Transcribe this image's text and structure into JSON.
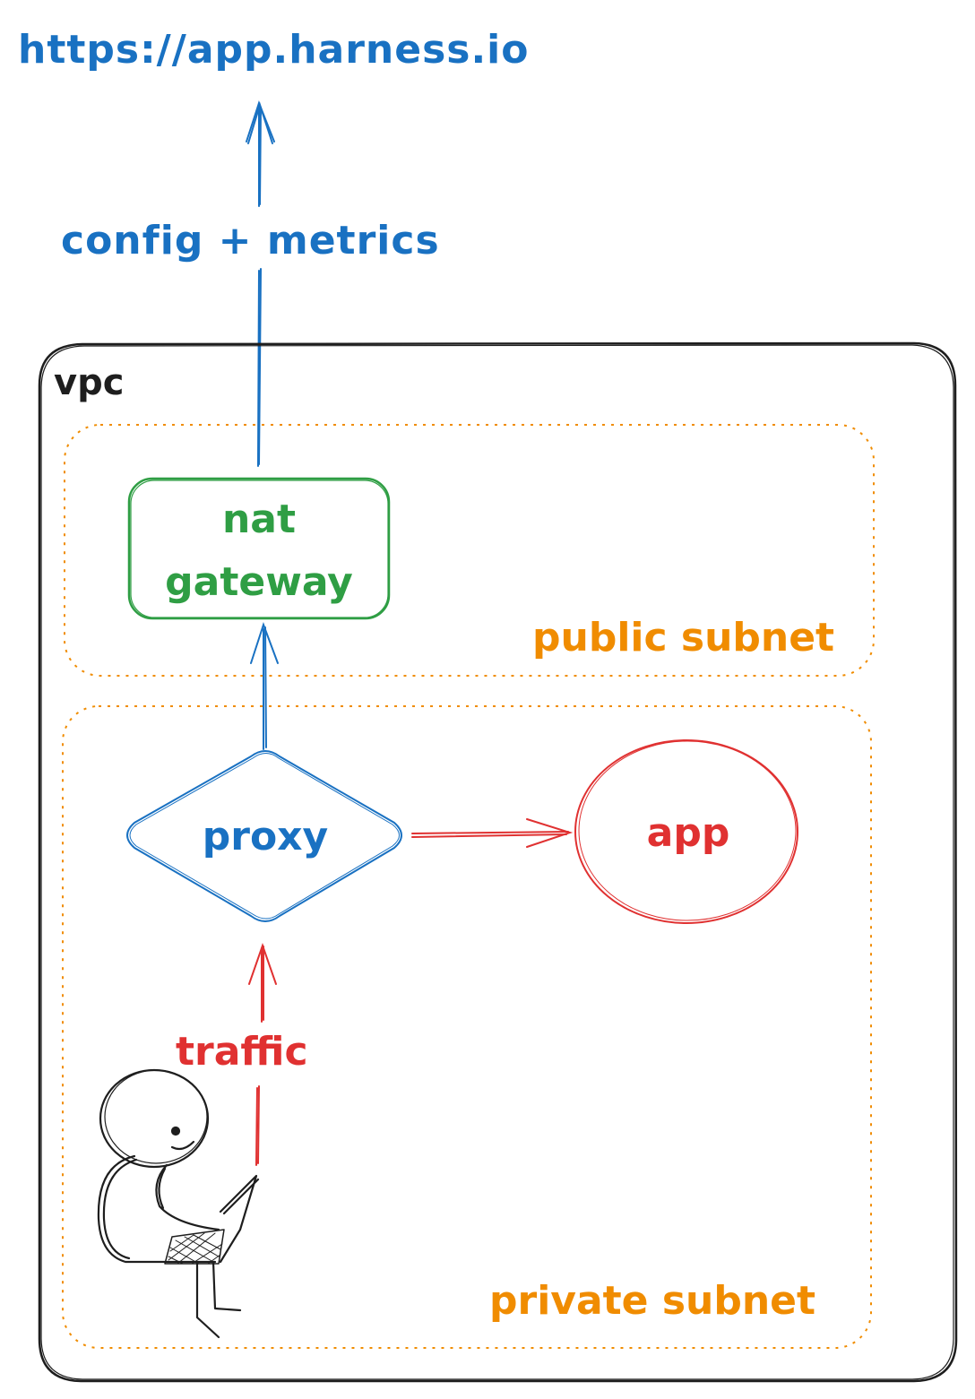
{
  "diagram": {
    "endpoint_url": "https://app.harness.io",
    "edge_label_config": "config + metrics",
    "vpc_label": "vpc",
    "public_subnet_label": "public subnet",
    "private_subnet_label": "private subnet",
    "nat_gateway_line1": "nat",
    "nat_gateway_line2": "gateway",
    "proxy_label": "proxy",
    "app_label": "app",
    "traffic_label": "traffic"
  },
  "colors": {
    "blue": "#1971c2",
    "green": "#2f9e44",
    "red": "#e03131",
    "orange": "#f08c00",
    "black": "#1e1e1e"
  },
  "icons": {
    "user": "person-with-laptop-icon"
  }
}
